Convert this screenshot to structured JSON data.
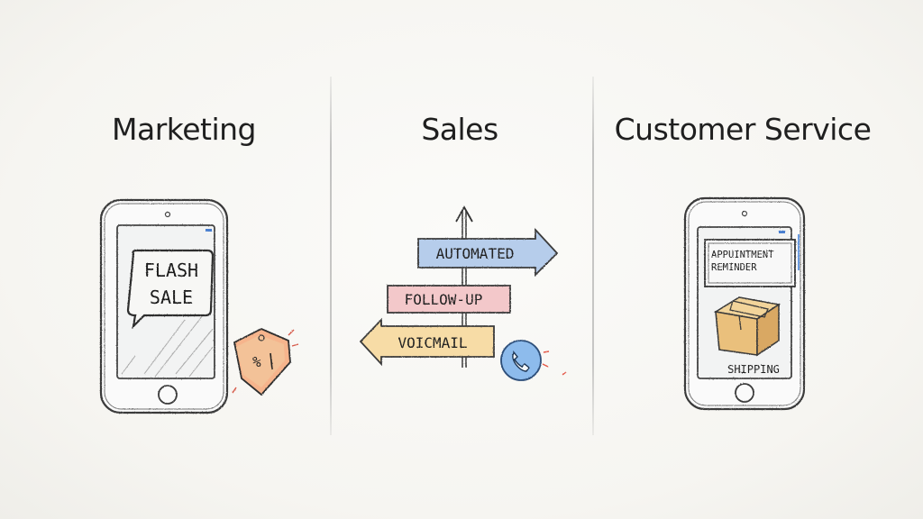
{
  "columns": [
    {
      "heading": "Marketing",
      "bubble": {
        "line1": "FLASH",
        "line2": "SALE"
      },
      "tag_text": "%"
    },
    {
      "heading": "Sales",
      "signs": [
        "AUTOMATED",
        "FOLLOW-UP",
        "VOICMAIL"
      ]
    },
    {
      "heading": "Customer Service",
      "card": {
        "line1": "APPUINTMENT",
        "line2": "REMINDER"
      },
      "box_label": "SHIPPING"
    }
  ],
  "colors": {
    "automated_sign": "#a9c4e6",
    "followup_sign": "#f1c2c4",
    "voicemail_sign": "#f6d9a0",
    "phone_badge": "#7eb2ea",
    "box": "#e9c27e",
    "tag": "#f0a07e"
  }
}
